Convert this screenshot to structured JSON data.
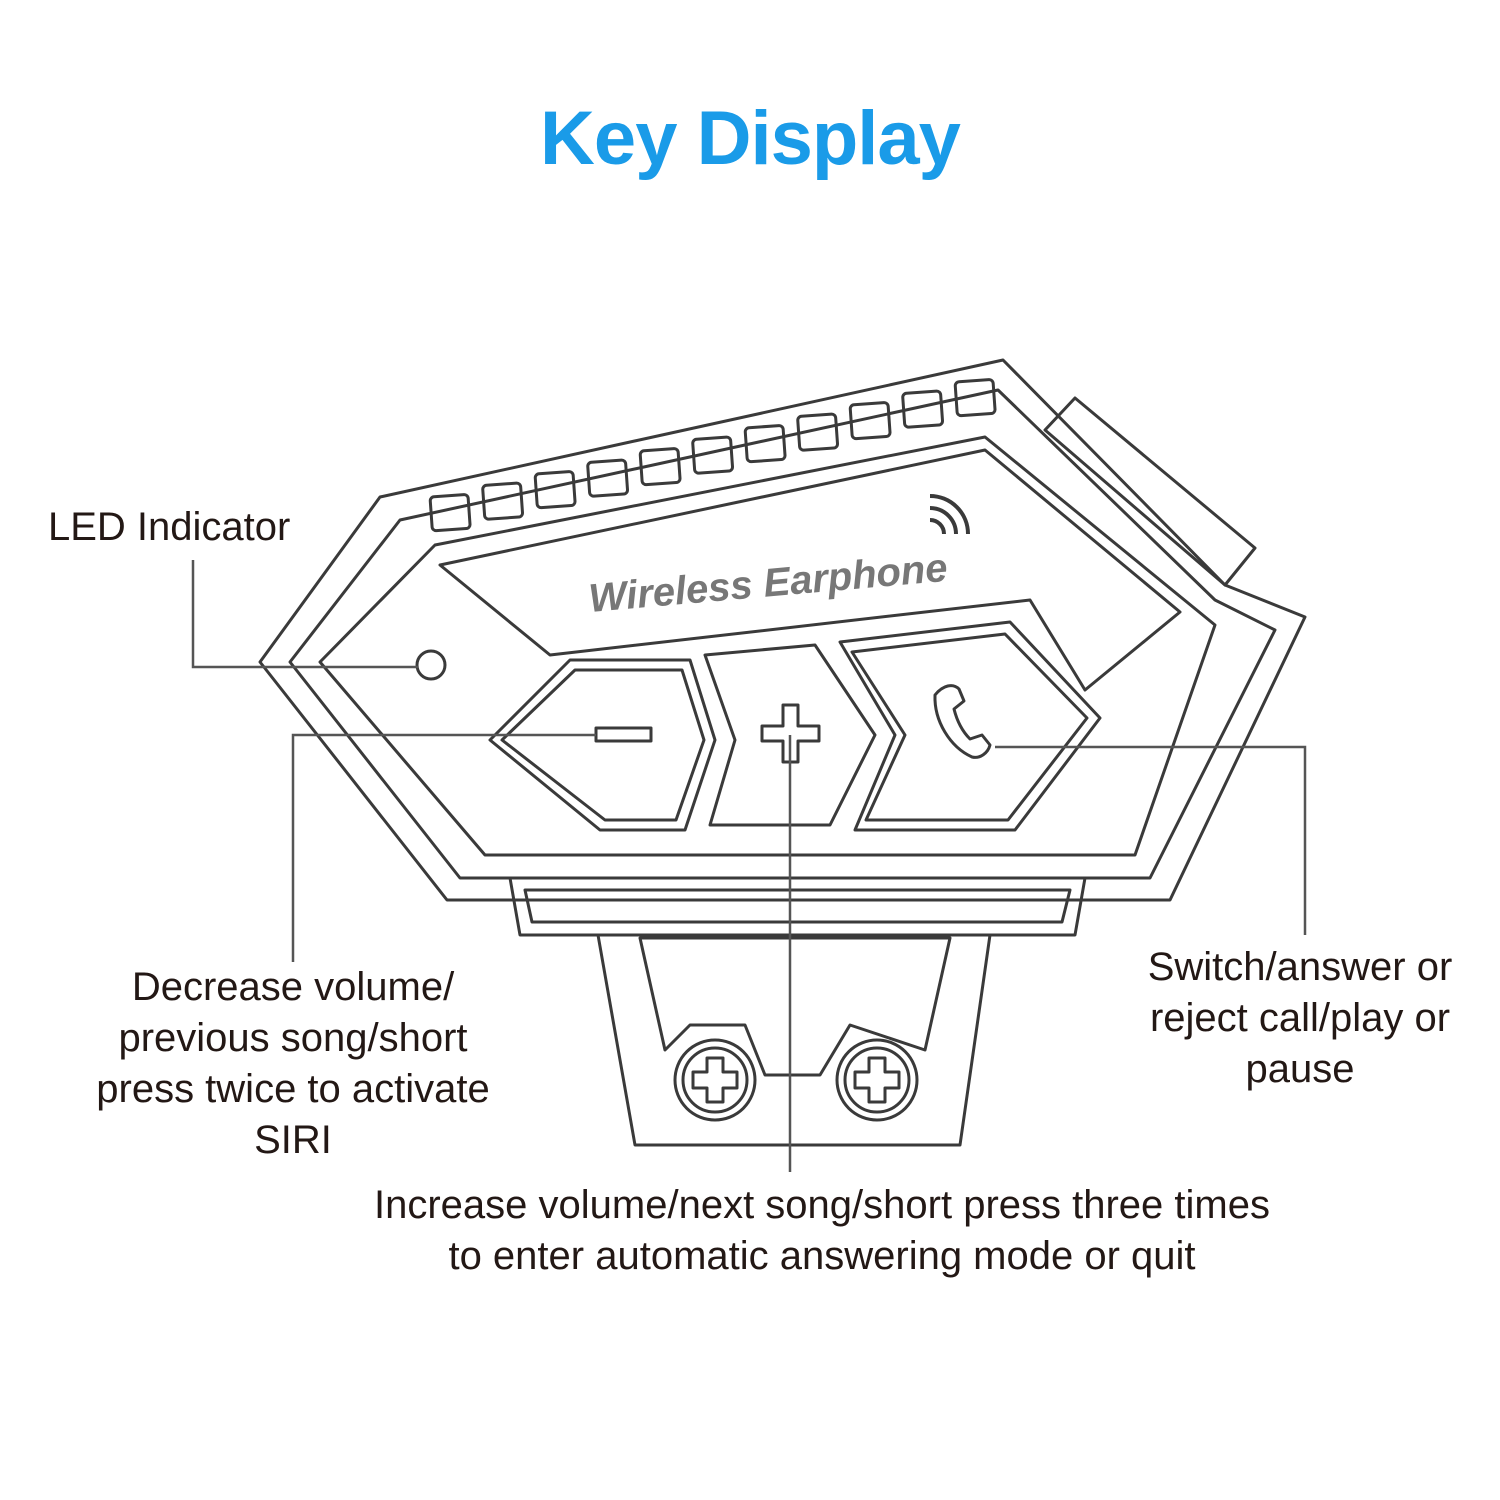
{
  "title": "Key Display",
  "device": {
    "brand_text": "Wireless Earphone",
    "colors": {
      "outline": "#3a3a3a",
      "title": "#1a9be8",
      "logo": "#777777",
      "text": "#231815"
    }
  },
  "callouts": {
    "led": [
      "LED Indicator"
    ],
    "decrease": [
      "Decrease volume/",
      "previous song/short",
      "press twice to activate",
      "SIRI"
    ],
    "switch": [
      "Switch/answer or",
      "reject call/play or",
      "pause"
    ],
    "increase": [
      "Increase volume/next song/short press three times",
      "to enter automatic answering mode or quit"
    ]
  }
}
